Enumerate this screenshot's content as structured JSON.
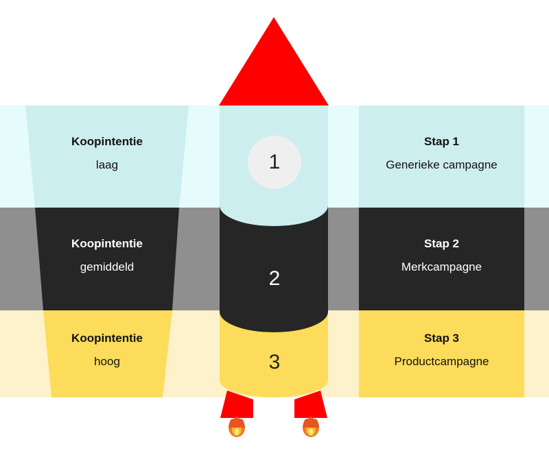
{
  "colors": {
    "band1_bg": "#e6fbfb",
    "band1_fill": "#cdeeee",
    "band2_bg": "#8f8f8f",
    "band2_fill": "#262626",
    "band3_bg": "#fdf2cc",
    "band3_fill": "#fcdc5a",
    "rocket_red": "#ff0000",
    "number_circle": "#efefef"
  },
  "rows": [
    {
      "number": "1",
      "left_title": "Koopintentie",
      "left_value": "laag",
      "right_title": "Stap 1",
      "right_value": "Generieke campagne"
    },
    {
      "number": "2",
      "left_title": "Koopintentie",
      "left_value": "gemiddeld",
      "right_title": "Stap 2",
      "right_value": "Merkcampagne"
    },
    {
      "number": "3",
      "left_title": "Koopintentie",
      "left_value": "hoog",
      "right_title": "Stap 3",
      "right_value": "Productcampagne"
    }
  ]
}
